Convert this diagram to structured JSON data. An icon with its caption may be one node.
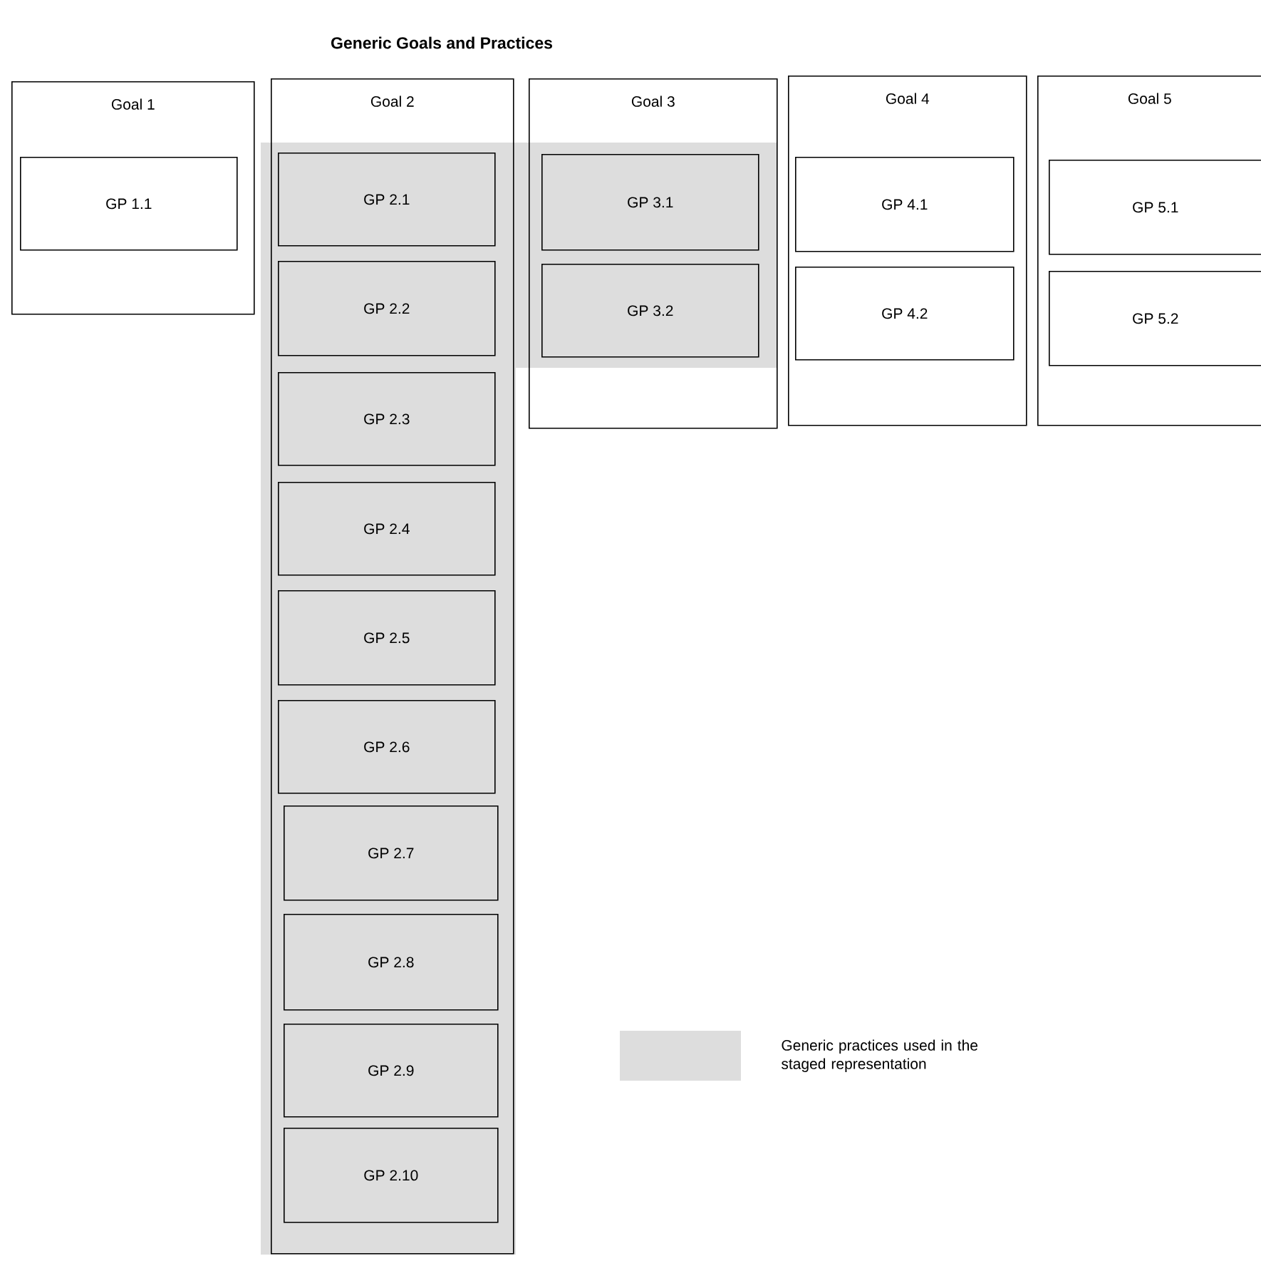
{
  "diagram": {
    "title": "Generic Goals and Practices",
    "nodes": [
      {
        "text": [
          "Goal 1"
        ]
      },
      {
        "text": [
          "GP 1.1"
        ],
        "in": 0
      },
      {
        "text": [
          "Goal 2"
        ]
      },
      {
        "text": [
          "GP 2.1"
        ],
        "in": 2
      },
      {
        "text": [
          "GP 2.2"
        ],
        "in": 2
      },
      {
        "text": [
          "GP 2.3"
        ],
        "in": 2
      },
      {
        "text": [
          "GP 2.4"
        ],
        "in": 2
      },
      {
        "text": [
          "GP 2.5"
        ],
        "in": 2
      },
      {
        "text": [
          "GP 2.6"
        ],
        "in": 2
      },
      {
        "text": [
          "GP 2.7"
        ],
        "in": 2
      },
      {
        "text": [
          "GP 2.8"
        ],
        "in": 2
      },
      {
        "text": [
          "GP 2.9"
        ],
        "in": 2
      },
      {
        "text": [
          "GP 2.10"
        ],
        "in": 2
      },
      {
        "text": [
          "Goal 3"
        ]
      },
      {
        "text": [
          "GP 3.1"
        ],
        "in": 13
      },
      {
        "text": [
          "GP 3.2"
        ],
        "in": 13
      },
      {
        "text": [
          "Goal 4"
        ]
      },
      {
        "text": [
          "GP 4.1"
        ],
        "in": 16
      },
      {
        "text": [
          "GP 4.2"
        ],
        "in": 16
      },
      {
        "text": [
          "Goal 5"
        ]
      },
      {
        "text": [
          "GP 5.1"
        ],
        "in": 19
      },
      {
        "text": [
          "GP 5.2"
        ],
        "in": 19
      }
    ],
    "legend": [
      {
        "text": "Generic practices used in the staged representation",
        "color": "#dddddd"
      }
    ]
  }
}
